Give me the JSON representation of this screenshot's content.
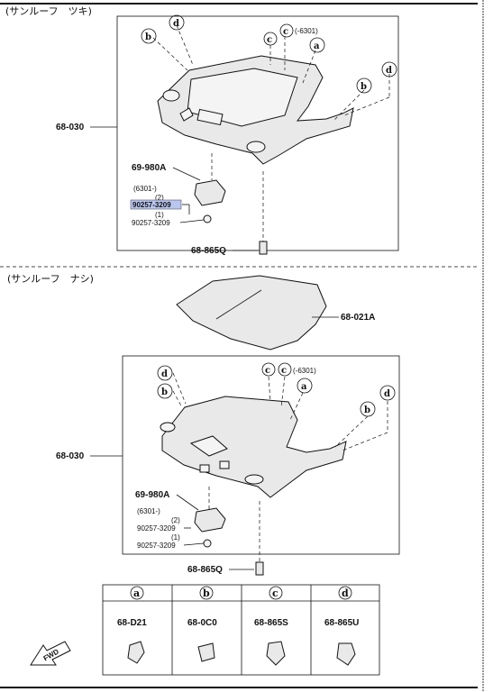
{
  "sections": [
    {
      "title": "(サンルーフ　ツキ)",
      "callouts": [
        "d",
        "b",
        "c",
        "c",
        "a",
        "d",
        "b"
      ],
      "note_c": "(-6301)",
      "parts": {
        "main": "68-030",
        "lamp": "69-980A",
        "lamp_note": "(6301-)",
        "screw2_qty": "(2)",
        "screw2": "90257-3209",
        "screw1_qty": "(1)",
        "screw1": "90257-3209",
        "clip": "68-865Q"
      }
    },
    {
      "title": "(サンルーフ　ナシ)",
      "callouts": [
        "d",
        "b",
        "c",
        "c",
        "a",
        "d",
        "b"
      ],
      "note_c": "(-6301)",
      "parts": {
        "pad": "68-021A",
        "main": "68-030",
        "lamp": "69-980A",
        "lamp_note": "(6301-)",
        "screw2_qty": "(2)",
        "screw2": "90257-3209",
        "screw1_qty": "(1)",
        "screw1": "90257-3209",
        "clip": "68-865Q"
      }
    }
  ],
  "table": {
    "headers": [
      "a",
      "b",
      "c",
      "d"
    ],
    "values": [
      "68-D21",
      "68-0C0",
      "68-865S",
      "68-865U"
    ]
  },
  "fwd": "FWD",
  "highlight_color": "#b9c6ef"
}
